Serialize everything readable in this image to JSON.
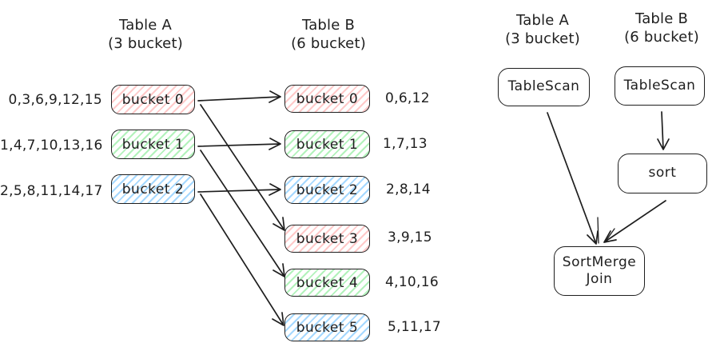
{
  "colors": {
    "red": "#ffc9c9",
    "green": "#b2f2bb",
    "blue": "#a5d8ff",
    "stroke": "#1e1e1e"
  },
  "bucket_map": {
    "table_a": {
      "title": "Table A",
      "subtitle": "(3 bucket)",
      "buckets": [
        {
          "label": "bucket 0",
          "values": "0,3,6,9,12,15",
          "color": "red"
        },
        {
          "label": "bucket 1",
          "values": "1,4,7,10,13,16",
          "color": "green"
        },
        {
          "label": "bucket 2",
          "values": "2,5,8,11,14,17",
          "color": "blue"
        }
      ]
    },
    "table_b": {
      "title": "Table B",
      "subtitle": "(6 bucket)",
      "buckets": [
        {
          "label": "bucket 0",
          "values": "0,6,12",
          "color": "red"
        },
        {
          "label": "bucket 1",
          "values": "1,7,13",
          "color": "green"
        },
        {
          "label": "bucket 2",
          "values": "2,8,14",
          "color": "blue"
        },
        {
          "label": "bucket 3",
          "values": "3,9,15",
          "color": "red"
        },
        {
          "label": "bucket 4",
          "values": "4,10,16",
          "color": "green"
        },
        {
          "label": "bucket 5",
          "values": "5,11,17",
          "color": "blue"
        }
      ]
    },
    "mappings": [
      "A0-B0",
      "A0-B3",
      "A1-B1",
      "A1-B4",
      "A2-B2",
      "A2-B5"
    ]
  },
  "query_plan": {
    "table_a_title": "Table A",
    "table_a_subtitle": "(3 bucket)",
    "table_b_title": "Table B",
    "table_b_subtitle": "(6 bucket)",
    "nodes": {
      "scan_a": "TableScan",
      "scan_b": "TableScan",
      "sort": "sort",
      "join_line1": "SortMerge",
      "join_line2": "Join"
    }
  }
}
